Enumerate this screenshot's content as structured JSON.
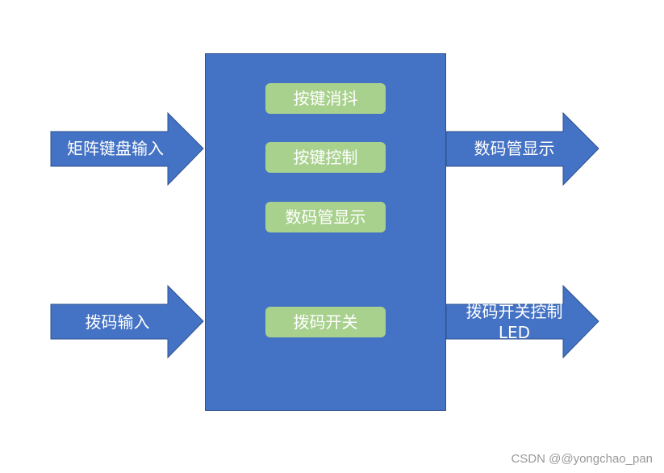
{
  "inputs": [
    {
      "label": "矩阵键盘输入"
    },
    {
      "label": "拨码输入"
    }
  ],
  "outputs": [
    {
      "label": "数码管显示"
    },
    {
      "label_line1": "拨码开关控制",
      "label_line2": "LED"
    }
  ],
  "modules": [
    {
      "label": "按键消抖"
    },
    {
      "label": "按键控制"
    },
    {
      "label": "数码管显示"
    },
    {
      "label": "拨码开关"
    }
  ],
  "watermark": "CSDN @@yongchao_pan",
  "colors": {
    "block_fill": "#4472c4",
    "block_border": "#2f528f",
    "module_fill": "#a9d18e",
    "text": "#ffffff"
  }
}
